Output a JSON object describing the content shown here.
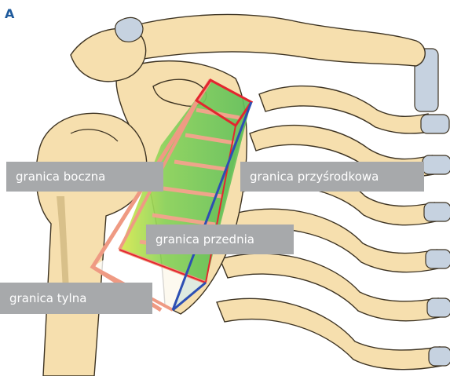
{
  "panel_letter": "A",
  "labels": {
    "lateral": "granica boczna",
    "medial": "granica przyśrodkowa",
    "anterior": "granica przednia",
    "posterior": "granica tylna"
  },
  "colors": {
    "bone_fill": "#f6dfae",
    "bone_outline": "#3d3322",
    "bone_shade": "#d8c08a",
    "cartilage": "#c6d2e0",
    "green_fill": "#7ccf5a",
    "pink_edge": "#ef9a83",
    "red_edge": "#e3262f",
    "blue_edge": "#2d4fb3",
    "label_bg": "#a7a9ab",
    "letter": "#1e5a9c"
  }
}
